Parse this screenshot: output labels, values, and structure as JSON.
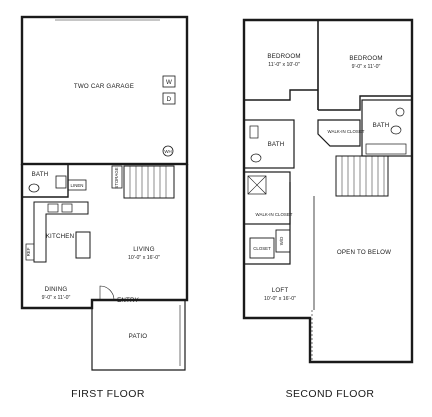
{
  "floors": [
    {
      "caption": "FIRST FLOOR",
      "rooms": {
        "garage": "TWO CAR GARAGE",
        "bath": "BATH",
        "linen": "LINEN",
        "storage": "STORAGE",
        "kitchen": "KITCHEN",
        "living": "LIVING",
        "living_dim": "10'-0\" x 16'-0\"",
        "dining": "DINING",
        "dining_dim": "9'-0\" x 11'-0\"",
        "entry": "ENTRY",
        "patio": "PATIO",
        "washer": "W",
        "dryer": "D",
        "water_heater": "WH",
        "refrigerator": "REF"
      }
    },
    {
      "caption": "SECOND FLOOR",
      "rooms": {
        "bedroom1": "BEDROOM",
        "bedroom1_dim": "11'-0\" x 10'-0\"",
        "bedroom2": "BEDROOM",
        "bedroom2_dim": "9'-0\" x 11'-0\"",
        "bath1": "BATH",
        "bath2": "BATH",
        "walkin_closet1": "WALK-IN CLOSET",
        "walkin_closet2": "WALK-IN CLOSET",
        "closet": "CLOSET",
        "wd": "W/D",
        "loft": "LOFT",
        "loft_dim": "10'-0\" x 16'-0\"",
        "open_to_below": "OPEN TO BELOW"
      }
    }
  ]
}
